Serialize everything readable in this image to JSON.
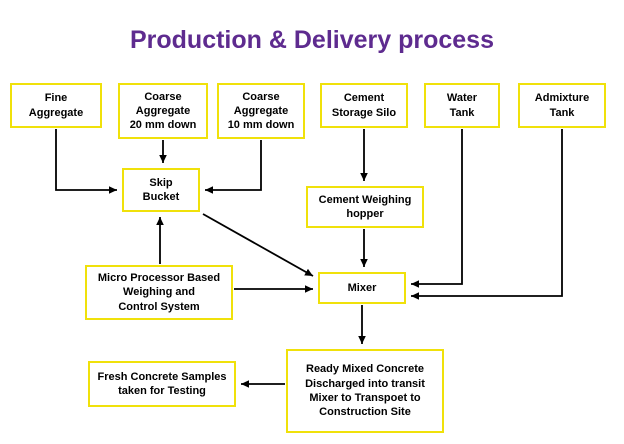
{
  "title": "Production & Delivery process",
  "colors": {
    "title_purple": "#5e2b8f",
    "box_border_yellow": "#f0e10a",
    "arrow_black": "#000000",
    "background": "#ffffff"
  },
  "nodes": {
    "fine_aggregate": {
      "label": "Fine\nAggregate"
    },
    "coarse_aggregate_20": {
      "label": "Coarse\nAggregate\n20 mm down"
    },
    "coarse_aggregate_10": {
      "label": "Coarse\nAggregate\n10 mm down"
    },
    "cement_storage_silo": {
      "label": "Cement\nStorage Silo"
    },
    "water_tank": {
      "label": "Water\nTank"
    },
    "admixture_tank": {
      "label": "Admixture\nTank"
    },
    "skip_bucket": {
      "label": "Skip\nBucket"
    },
    "cement_weighing_hopper": {
      "label": "Cement Weighing\nhopper"
    },
    "micro_processor": {
      "label": "Micro Processor Based\nWeighing and\nControl System"
    },
    "mixer": {
      "label": "Mixer"
    },
    "fresh_concrete_samples": {
      "label": "Fresh Concrete Samples\ntaken for Testing"
    },
    "ready_mixed_concrete": {
      "label": "Ready Mixed Concrete\nDischarged into transit\nMixer to Transpoet to\nConstruction Site"
    }
  },
  "edges": [
    "fine_aggregate -> skip_bucket",
    "coarse_aggregate_20 -> skip_bucket",
    "coarse_aggregate_10 -> skip_bucket",
    "cement_storage_silo -> cement_weighing_hopper",
    "cement_weighing_hopper -> mixer",
    "water_tank -> mixer",
    "admixture_tank -> mixer",
    "skip_bucket -> mixer",
    "micro_processor -> skip_bucket",
    "micro_processor -> mixer",
    "mixer -> ready_mixed_concrete",
    "ready_mixed_concrete -> fresh_concrete_samples"
  ]
}
